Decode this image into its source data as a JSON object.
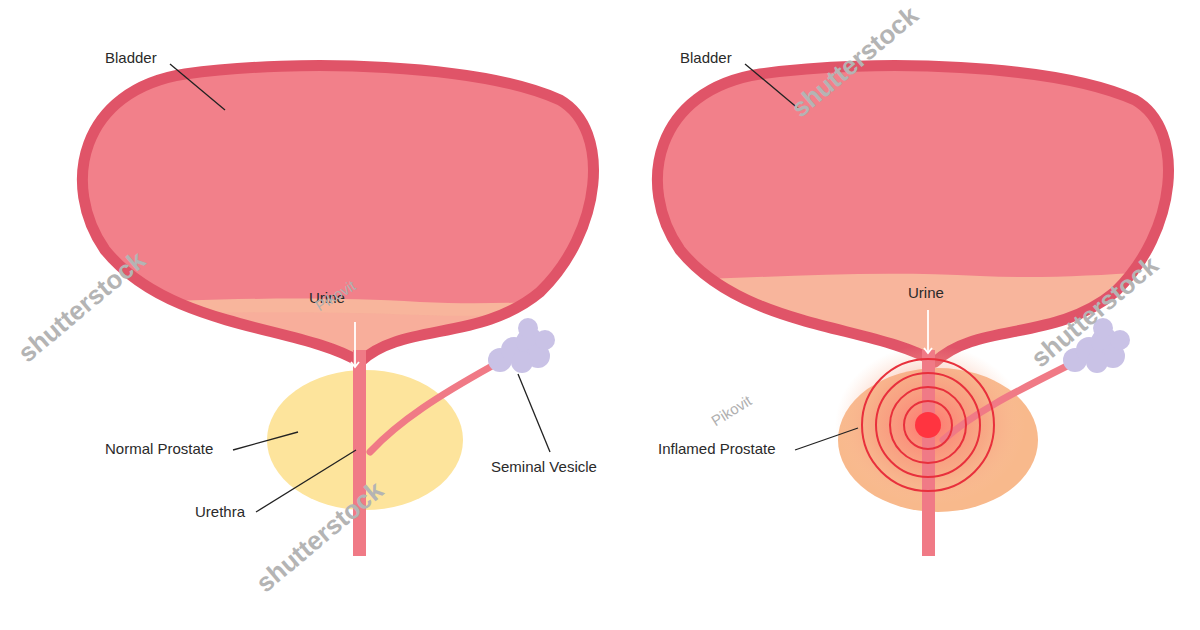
{
  "diagram": {
    "labels": [
      "Bladder",
      "Urine",
      "Normal Prostate",
      "Urethra",
      "Seminal Vesicle",
      "Bladder",
      "Urine",
      "Inflamed Prostate",
      "Pikovit",
      "Pikovit",
      "shutterstock",
      "shutterstock",
      "shutterstock",
      "shutterstock"
    ]
  }
}
